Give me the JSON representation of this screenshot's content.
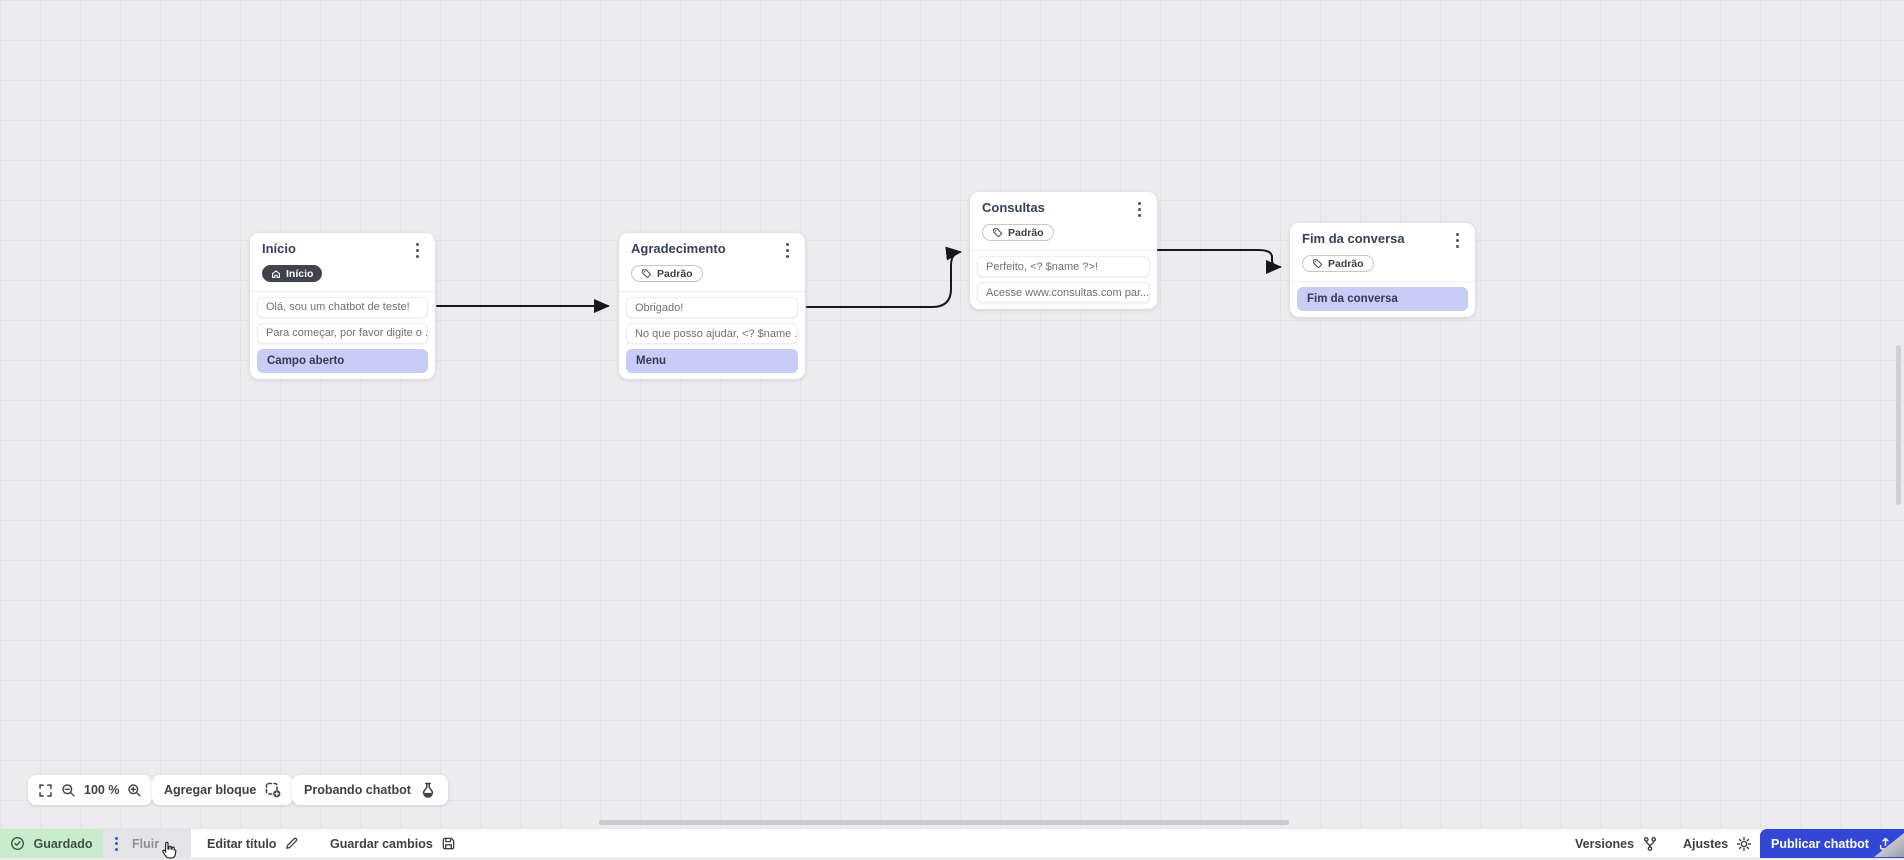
{
  "canvas": {
    "nodes": [
      {
        "title": "Início",
        "badge": {
          "icon": "home-icon",
          "label": "Início",
          "variant": "dark"
        },
        "items": [
          {
            "type": "message",
            "text": "Olá, sou um chatbot de teste!"
          },
          {
            "type": "message",
            "text": "Para começar, por favor digite o ..."
          },
          {
            "type": "action",
            "text": "Campo aberto"
          }
        ]
      },
      {
        "title": "Agradecimento",
        "badge": {
          "icon": "tag-icon",
          "label": "Padrão",
          "variant": "outline"
        },
        "items": [
          {
            "type": "message",
            "text": "Obrigado!"
          },
          {
            "type": "message",
            "text": "No que posso ajudar, <? $name ..."
          },
          {
            "type": "action",
            "text": "Menu"
          }
        ]
      },
      {
        "title": "Consultas",
        "badge": {
          "icon": "tag-icon",
          "label": "Padrão",
          "variant": "outline"
        },
        "items": [
          {
            "type": "message",
            "text": "Perfeito, <? $name ?>!"
          },
          {
            "type": "message",
            "text": "Acesse www.consultas.com par..."
          }
        ]
      },
      {
        "title": "Fim da conversa",
        "badge": {
          "icon": "tag-icon",
          "label": "Padrão",
          "variant": "outline"
        },
        "items": [
          {
            "type": "action",
            "text": "Fim da conversa"
          }
        ]
      }
    ]
  },
  "toolbar": {
    "zoom_level": "100 %",
    "add_block_label": "Agregar bloque",
    "test_chatbot_label": "Probando chatbot"
  },
  "status_bar": {
    "saved_label": "Guardado",
    "flow_tab_label": "Fluir",
    "edit_title_label": "Editar título",
    "save_changes_label": "Guardar cambios",
    "versions_label": "Versiones",
    "settings_label": "Ajustes",
    "publish_label": "Publicar chatbot"
  },
  "colors": {
    "publish_blue": "#3347d6",
    "saved_green_bg": "#c9ecca",
    "highlight_purple": "#c7cdf6",
    "kebab_indigo": "#4353e0",
    "canvas_bg": "#ececee"
  }
}
